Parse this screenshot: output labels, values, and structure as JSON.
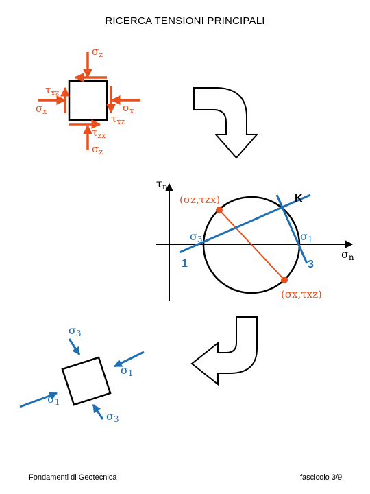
{
  "title": "RICERCA TENSIONI PRINCIPALI",
  "footer": {
    "left": "Fondamenti di Geotecnica",
    "right": "fascicolo 3/9"
  },
  "colors": {
    "red": "#e8501e",
    "blue": "#1f6fb5",
    "black": "#000000"
  },
  "element_top": {
    "sigma_z_top": {
      "sym": "σ",
      "sub": "z"
    },
    "tau_xz_left": {
      "sym": "τ",
      "sub": "xz"
    },
    "sigma_x_left": {
      "sym": "σ",
      "sub": "x"
    },
    "sigma_x_right": {
      "sym": "σ",
      "sub": "x"
    },
    "tau_xz_right": {
      "sym": "τ",
      "sub": "xz"
    },
    "tau_zx_bottom": {
      "sym": "τ",
      "sub": "zx"
    },
    "sigma_z_bottom": {
      "sym": "σ",
      "sub": "z"
    }
  },
  "mohr": {
    "axis_tau": {
      "sym": "τ",
      "sub": "n"
    },
    "axis_sigma": {
      "sym": "σ",
      "sub": "n"
    },
    "point_z": "(σz,τzx)",
    "point_x": "(σx,τxz)",
    "pole": "K",
    "sigma3": {
      "sym": "σ",
      "sub": "3"
    },
    "sigma1": {
      "sym": "σ",
      "sub": "1"
    },
    "num1": "1",
    "num3": "3"
  },
  "element_bottom": {
    "sigma3_top": {
      "sym": "σ",
      "sub": "3"
    },
    "sigma1_right": {
      "sym": "σ",
      "sub": "1"
    },
    "sigma1_left": {
      "sym": "σ",
      "sub": "1"
    },
    "sigma3_bottom": {
      "sym": "σ",
      "sub": "3"
    }
  }
}
